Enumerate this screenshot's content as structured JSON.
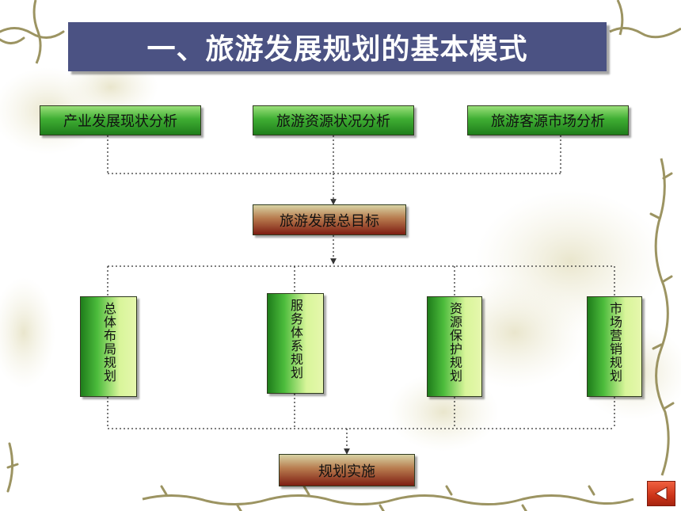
{
  "title": "一、旅游发展规划的基本模式",
  "analysis_boxes": [
    "产业发展现状分析",
    "旅游资源状况分析",
    "旅游客源市场分析"
  ],
  "goal_box": "旅游发展总目标",
  "plan_boxes": [
    "总体布局规划",
    "服务体系规划",
    "资源保护规划",
    "市场营销规划"
  ],
  "implementation_box": "规划实施",
  "colors": {
    "title_bg": "#4b5283",
    "title_text": "#ffffff",
    "green_box": "#3fae33",
    "red_box": "#7d1d12",
    "connector": "#333333",
    "vine": "#9c9462",
    "back_button": "#cc3318"
  },
  "icons": {
    "back_button": "left-triangle-arrow-icon"
  }
}
